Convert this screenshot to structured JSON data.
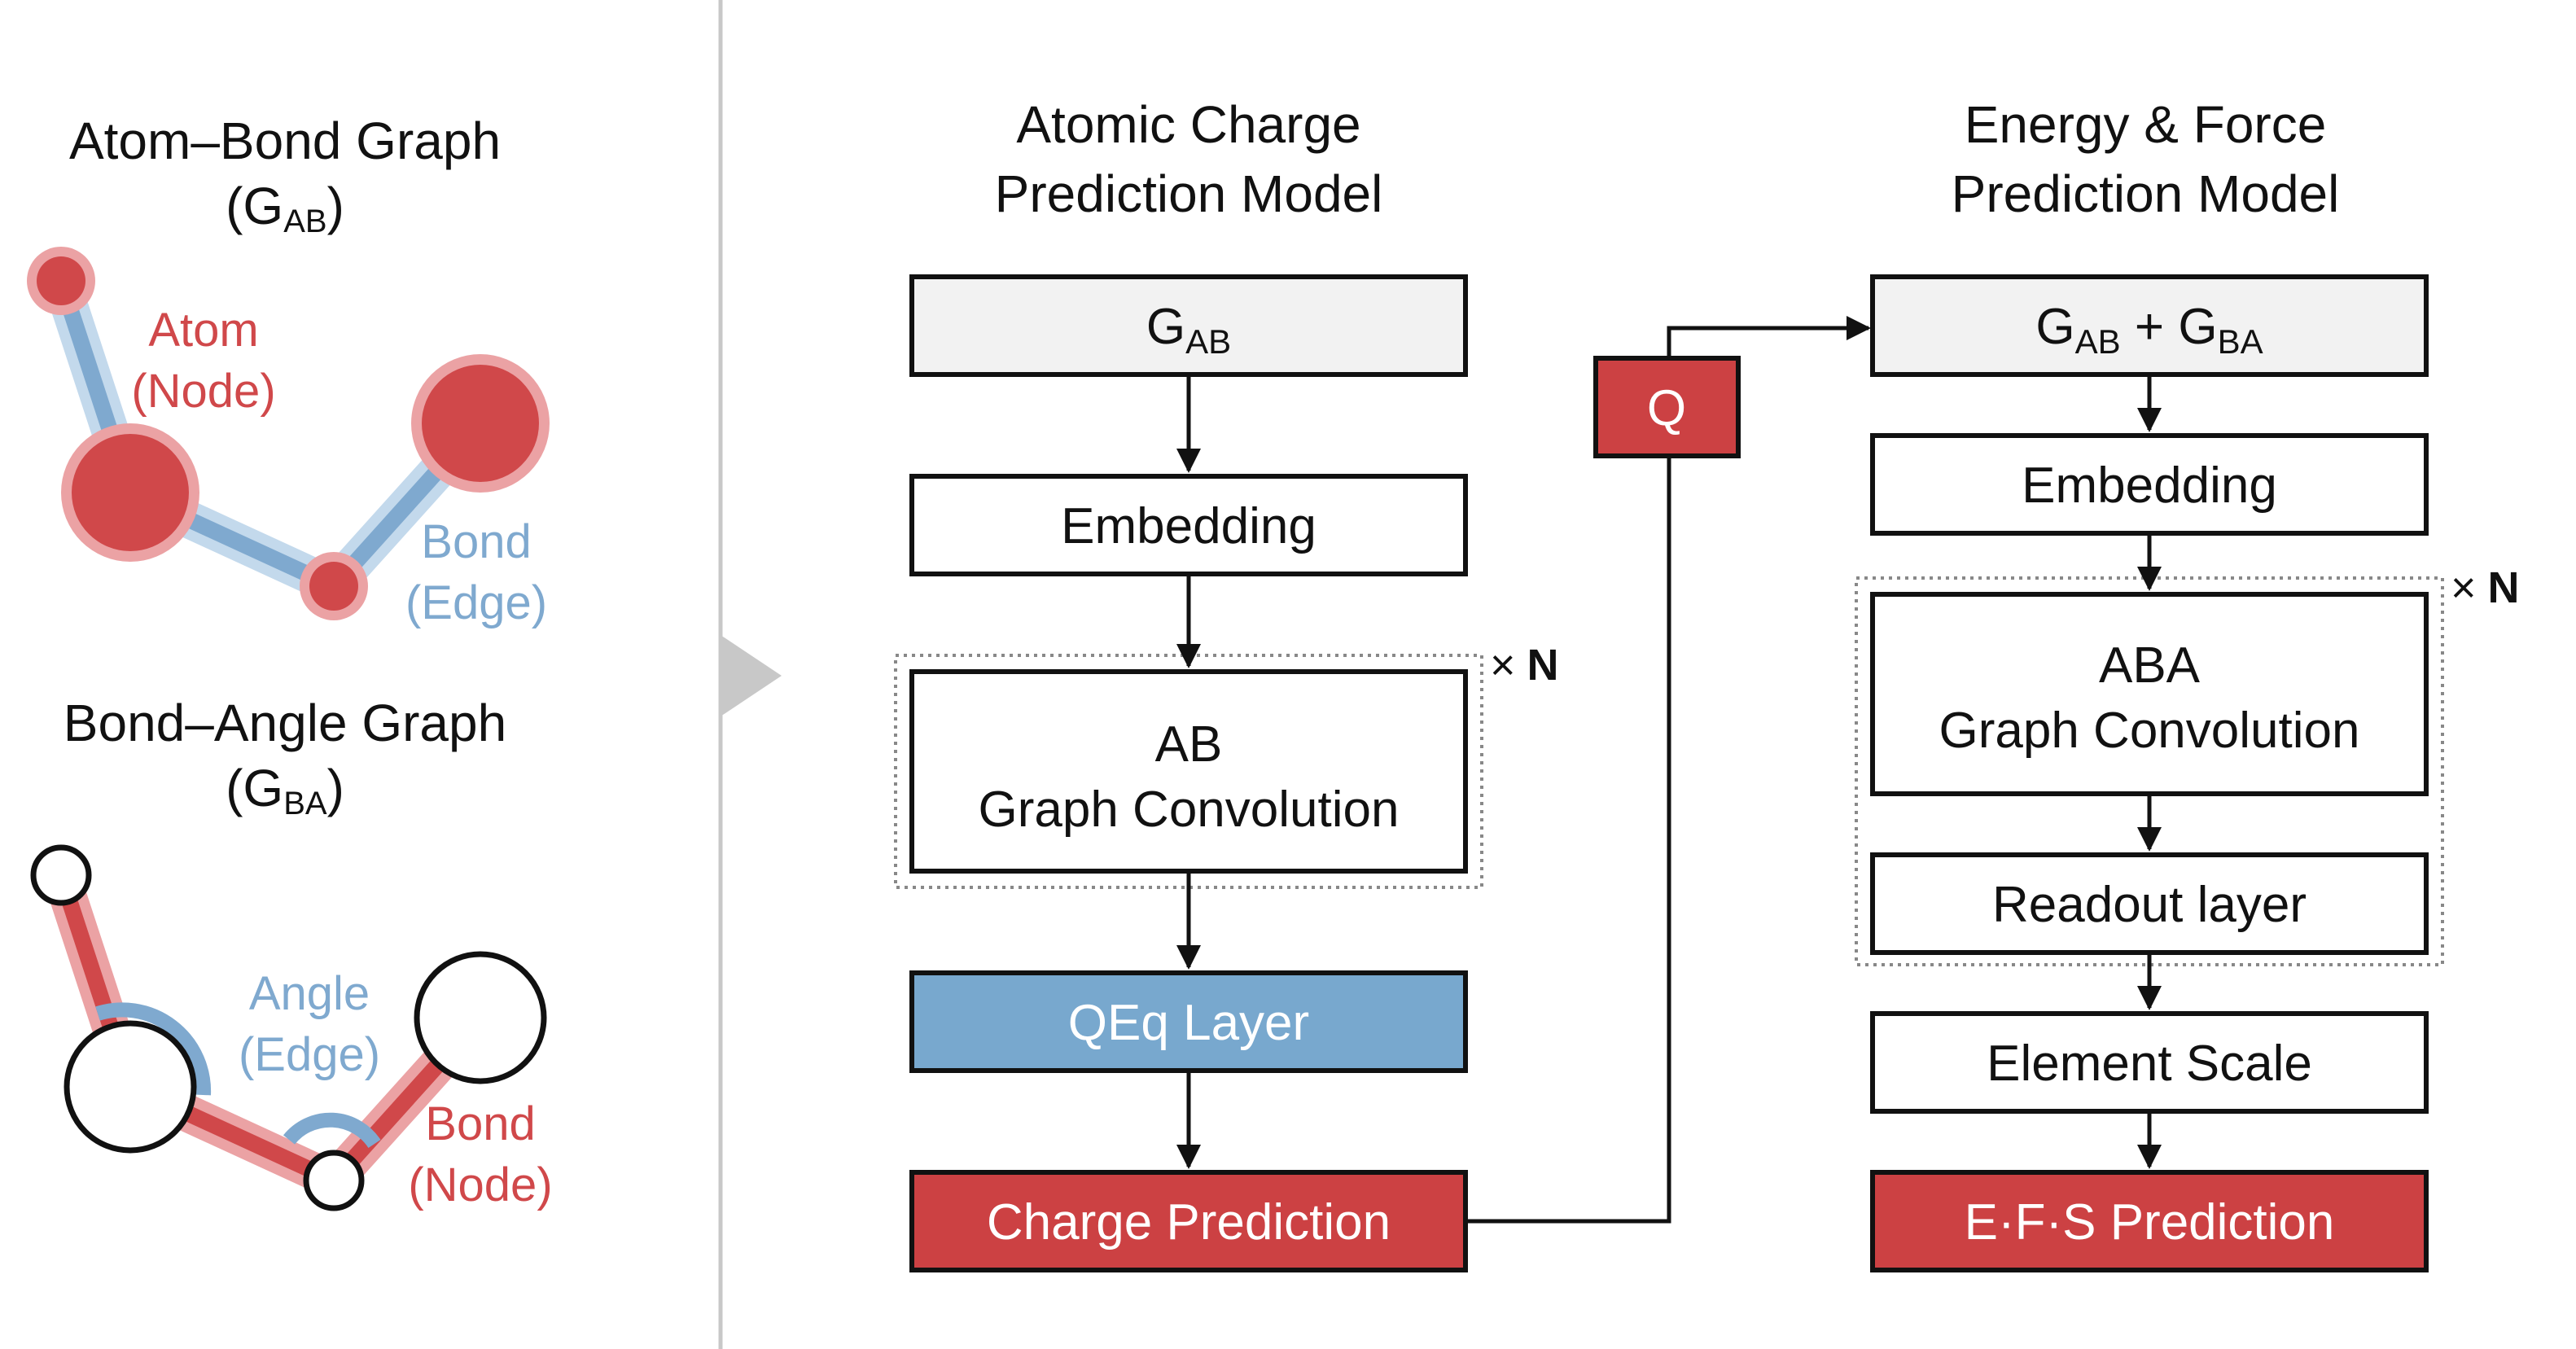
{
  "colors": {
    "node_red": "#d0484a",
    "node_red_halo": "#eba2a4",
    "edge_blue": "#7fa9cf",
    "edge_blue_halo": "#c3d9ec",
    "edge_red": "#d0484a",
    "edge_red_halo": "#eba2a4",
    "qeq_fill": "#78a8ce",
    "input_fill": "#f2f2f2",
    "output_fill": "#cc4143",
    "divider": "#c8c8c8"
  },
  "left_panel": {
    "ab_graph": {
      "title_line1": "Atom–Bond Graph",
      "title_open": "(G",
      "title_sub": "AB",
      "title_close": ")",
      "atom_label_line1": "Atom",
      "atom_label_line2": "(Node)",
      "bond_label_line1": "Bond",
      "bond_label_line2": "(Edge)"
    },
    "ba_graph": {
      "title_line1": "Bond–Angle Graph",
      "title_open": "(G",
      "title_sub": "BA",
      "title_close": ")",
      "angle_label_line1": "Angle",
      "angle_label_line2": "(Edge)",
      "bond_label_line1": "Bond",
      "bond_label_line2": "(Node)"
    }
  },
  "charge_model": {
    "title_line1": "Atomic Charge",
    "title_line2": "Prediction Model",
    "input_label": "G",
    "input_sub": "AB",
    "embedding_label": "Embedding",
    "conv_label_line1": "AB",
    "conv_label_line2": "Graph Convolution",
    "repeat_times": "×",
    "repeat_n": "N",
    "qeq_label": "QEq Layer",
    "output_label": "Charge Prediction"
  },
  "q_box_label": "Q",
  "energy_model": {
    "title_line1": "Energy & Force",
    "title_line2": "Prediction Model",
    "input_label_g1": "G",
    "input_sub_1": "AB",
    "input_plus": " + G",
    "input_sub_2": "BA",
    "embedding_label": "Embedding",
    "conv_label_line1": "ABA",
    "conv_label_line2": "Graph Convolution",
    "readout_label": "Readout layer",
    "repeat_times": "×",
    "repeat_n": "N",
    "element_scale_label": "Element Scale",
    "output_label": "E·F·S Prediction"
  }
}
